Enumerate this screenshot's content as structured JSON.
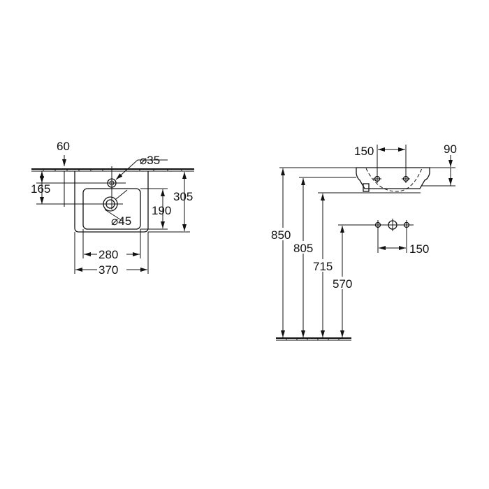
{
  "top_view": {
    "d_60": "60",
    "d_35": "⌀35",
    "d_165": "165",
    "d_305": "305",
    "d_190": "190",
    "d_45": "⌀45",
    "d_280": "280",
    "d_370": "370"
  },
  "side_view": {
    "d_150_top": "150",
    "d_90": "90",
    "d_850": "850",
    "d_805": "805",
    "d_715": "715",
    "d_570": "570",
    "d_150_bottom": "150"
  }
}
